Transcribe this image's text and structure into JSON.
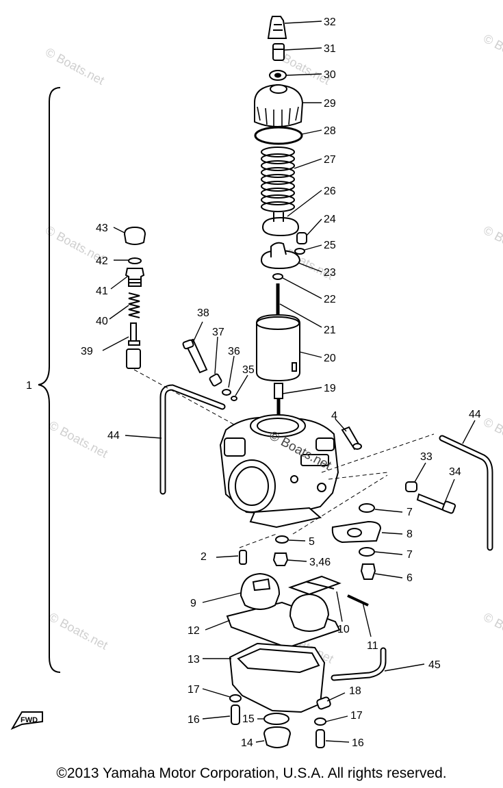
{
  "diagram": {
    "watermark": "© Boats.net",
    "center_watermark": "© Boats.net",
    "fwd_label": "FWD",
    "assembly_label": "1",
    "callouts": [
      "32",
      "31",
      "30",
      "29",
      "28",
      "27",
      "26",
      "24",
      "25",
      "23",
      "22",
      "21",
      "20",
      "19",
      "43",
      "42",
      "41",
      "40",
      "39",
      "38",
      "37",
      "36",
      "35",
      "4",
      "44",
      "44",
      "33",
      "34",
      "7",
      "8",
      "7",
      "6",
      "5",
      "2",
      "3,46",
      "9",
      "10",
      "11",
      "12",
      "13",
      "45",
      "17",
      "18",
      "16",
      "15",
      "17",
      "14",
      "16"
    ]
  },
  "footer": {
    "copyright": "©2013 Yamaha Motor Corporation, U.S.A. All rights reserved."
  }
}
